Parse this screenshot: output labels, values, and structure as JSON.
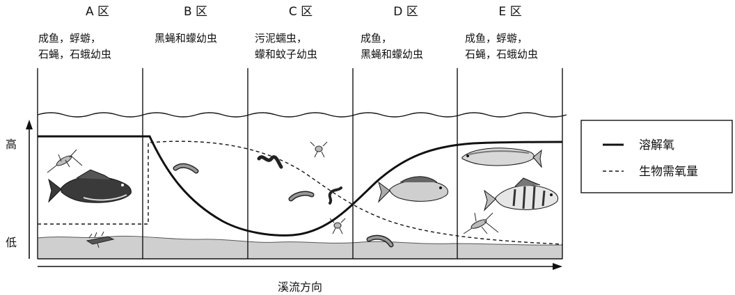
{
  "zones": [
    {
      "heading": "A 区",
      "organisms": [
        "成鱼，蜉蝣，",
        "石蝇，石蛾幼虫"
      ]
    },
    {
      "heading": "B 区",
      "organisms": [
        "黑蝇和蠓幼虫"
      ]
    },
    {
      "heading": "C 区",
      "organisms": [
        "污泥蠕虫，",
        "蠓和蚊子幼虫"
      ]
    },
    {
      "heading": "D 区",
      "organisms": [
        "成鱼，",
        "黑蝇和蠓幼虫"
      ]
    },
    {
      "heading": "E 区",
      "organisms": [
        "成鱼，蜉蝣，",
        "石蝇，石蛾幼虫"
      ]
    }
  ],
  "axis": {
    "y_high": "高",
    "y_low": "低",
    "x_label": "溪流方向"
  },
  "legend": {
    "items": [
      {
        "label": "溶解氧",
        "style": "solid"
      },
      {
        "label": "生物需氧量",
        "style": "dashed"
      }
    ]
  },
  "colors": {
    "line": "#111111",
    "sediment": "#cfcfcf",
    "fish_dark": "#3a3a3a",
    "fish_light": "#d8d8d8"
  },
  "icons": [
    "fish-icon",
    "worm-icon",
    "insect-larva-icon"
  ]
}
